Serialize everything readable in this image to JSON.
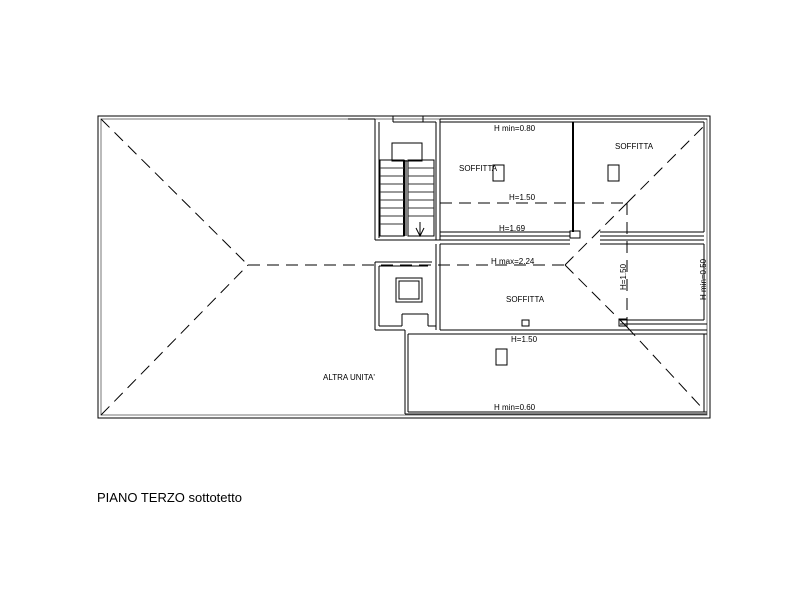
{
  "caption": "PIANO TERZO sottotetto",
  "labels": {
    "hmin_top": "H min=0.80",
    "soffitta_1": "SOFFITTA",
    "soffitta_2": "SOFFITTA",
    "h150_top": "H=1.50",
    "h169": "H=1.69",
    "hmax": "H max=2.24",
    "soffitta_3": "SOFFITTA",
    "h150_vertical": "H=1.50",
    "hmin_right": "H min=0.50",
    "h150_bottom": "H=1.50",
    "altra_unita": "ALTRA UNITA'",
    "hmin_bottom": "H min=0.60"
  }
}
